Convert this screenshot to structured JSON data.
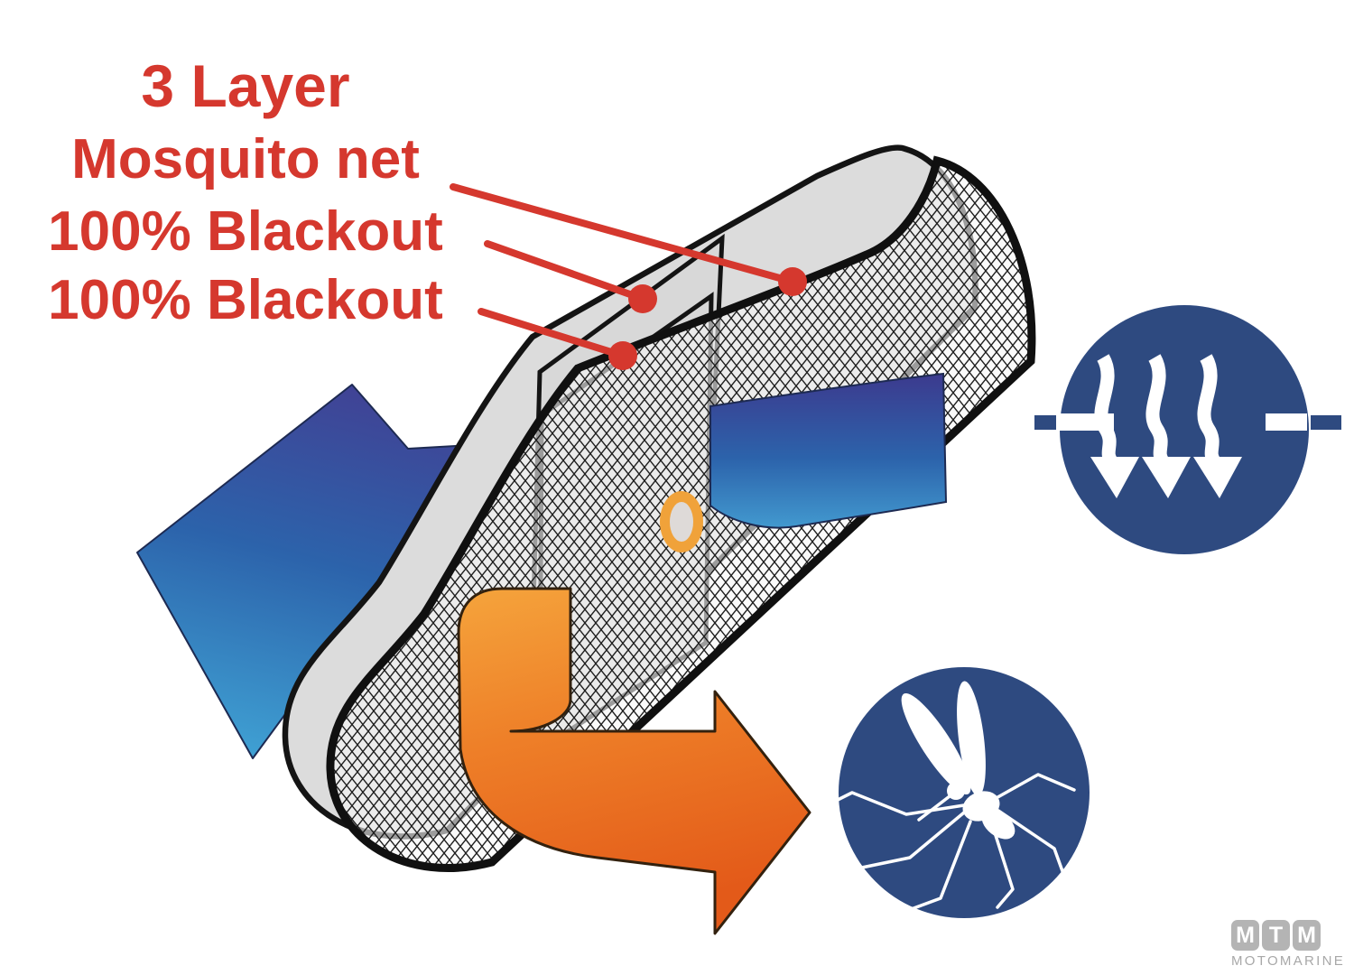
{
  "title_block": {
    "lines": [
      "3 Layer",
      "Mosquito net",
      "100% Blackout",
      "100% Blackout"
    ],
    "color": "#d5382e"
  },
  "diagram": {
    "layer_labels": {
      "net": "Mosquito net",
      "blackout_front": "100% Blackout",
      "blackout_back": "100% Blackout"
    },
    "colors": {
      "plate_gray": "#dcdcdc",
      "outline_black": "#141414",
      "leader_red": "#d5382e",
      "arrow_blue_dark": "#433e92",
      "arrow_blue_mid": "#2c63ab",
      "arrow_blue_light": "#3fa0d3",
      "arrow_orange_light": "#f5a43c",
      "arrow_orange_dark": "#e35a19",
      "grommet_orange": "#f0a23a"
    }
  },
  "icons": {
    "ventilation": {
      "name": "airflow-through-net-icon",
      "color": "#2e4a80",
      "glyph_color": "#ffffff"
    },
    "mosquito": {
      "name": "mosquito-icon",
      "color": "#2e4a80",
      "glyph_color": "#ffffff"
    }
  },
  "logo": {
    "letters": [
      "M",
      "T",
      "M"
    ],
    "name": "MOTOMARINE",
    "tile_color": "#b4b4b4",
    "text_color": "#a8a8a8"
  }
}
